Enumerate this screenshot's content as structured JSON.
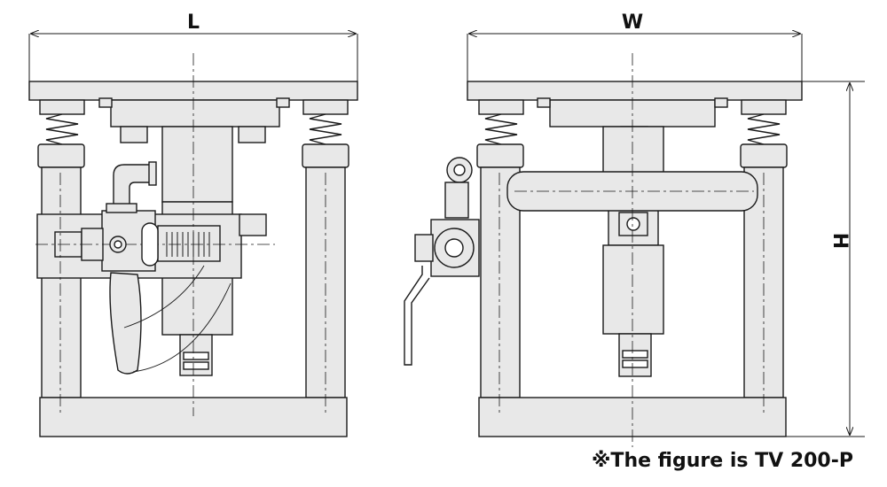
{
  "dimensions": {
    "length_label": "L",
    "width_label": "W",
    "height_label": "H"
  },
  "caption": "※The figure is TV 200-P",
  "colors": {
    "line": "#1a1a1a",
    "fill": "#e8e8e8",
    "background": "#ffffff"
  }
}
